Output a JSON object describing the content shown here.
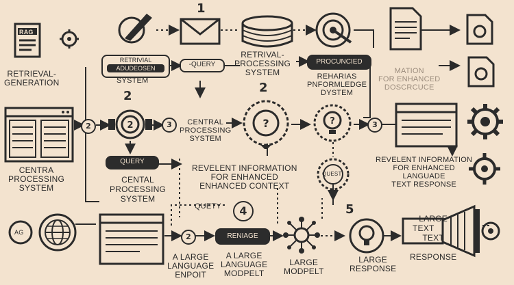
{
  "labels": {
    "rag_doc": "RAG",
    "retrieval_generation": "RETRIEVAL-\nGENERATION",
    "retrival_adudsen": "RETRIVIAL",
    "retrival_adudsen_2": "ADUDEOSEN",
    "system_left": "SYSTEM",
    "query_top": "-QUERY",
    "retrieval_processing": "RETRIVAL-\nPROCESSING\nSYSTEM",
    "procunced": "PROCUNCIED",
    "reharias": "REHARIAS\nPNFORMLEDGE\nDYSTEM",
    "mation_enhanced": "MATION\nFOR ENHANCED\nDOSCRCUCE",
    "central_processing_mid": "CENTRAL\nPROCESSING\nSYSTEM",
    "centra_left": "CENTRA\nPROCESSING\nSYSTEM",
    "query_left": "QUERY",
    "cental_processing": "CENTAL\nPROCESSING\nSYSTEM",
    "revelent_center": "REVELENT INFORMATION\nFOR ENHANCED\nENHANCED CONTEXT",
    "revelent_right": "REVELENT INFORMATION\nFOR ENHANCED\nLANGUADE\nTEXT RESPONSE",
    "quest": "QUEST",
    "quety": "QUETY",
    "reniage": "RENIAGE",
    "large_language_enpoit": "A LARGE\nLANGUAGE\nENPOIT",
    "large_language_modpelt": "A LARGE\nLANGUAGE\nMODPELT",
    "large_modpelt": "LARGE\nMODPELT",
    "large_response": "LARGE\nRESPONSE",
    "large_text_response": "LARGE\nTEXT\nRESPONSE",
    "text_box": "TEXT",
    "ag": "AG"
  },
  "step_numbers": {
    "top": "1",
    "mid_left": "2",
    "mid_center": "2",
    "four": "4",
    "five": "5",
    "badge_2_left": "2",
    "badge_3_left": "3",
    "badge_3_right": "3",
    "badge_2_bottom": "2"
  },
  "icons": {
    "document": "document-icon",
    "gear": "gear-icon",
    "pen": "pen-icon",
    "envelope": "envelope-icon",
    "database": "database-stack-icon",
    "target": "target-icon",
    "file": "file-icon",
    "monitor": "monitor-window-icon",
    "globe": "globe-icon",
    "network": "network-node-icon",
    "question": "question-mark-icon",
    "lightbulb": "lightbulb-icon",
    "speaker": "speaker-funnel-icon"
  },
  "colors": {
    "background": "#f3e3cf",
    "ink": "#2b2b2b",
    "faded": "#9b8c7d"
  }
}
